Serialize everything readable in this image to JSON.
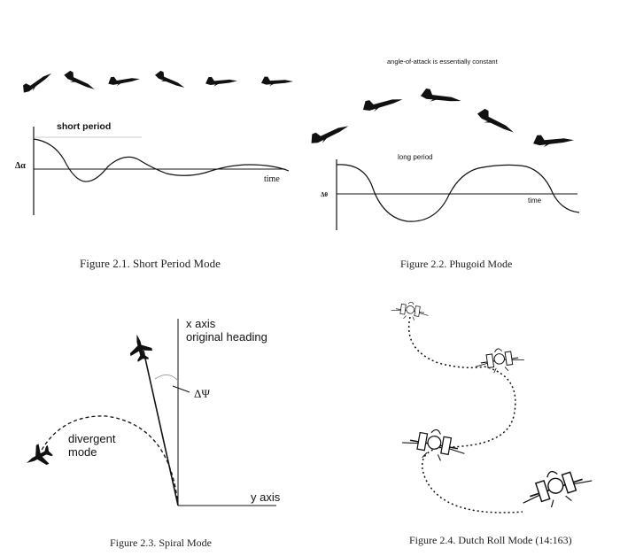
{
  "fig1": {
    "caption": "Figure 2.1.  Short Period Mode",
    "curve_label": "short period",
    "y_label": "Δα",
    "x_label": "time"
  },
  "fig2": {
    "caption": "Figure 2.2.  Phugoid Mode",
    "top_note": "angle-of-attack is essentially constant",
    "curve_label": "long period",
    "y_label": "Δθ",
    "x_label": "time"
  },
  "fig3": {
    "caption": "Figure 2.3.  Spiral Mode",
    "x_axis_label_1": "x axis",
    "x_axis_label_2": "original heading",
    "y_axis_label": "y axis",
    "angle_label": "ΔΨ",
    "mode_label_1": "divergent",
    "mode_label_2": "mode"
  },
  "fig4": {
    "caption": "Figure 2.4.  Dutch Roll Mode (14:163)"
  }
}
